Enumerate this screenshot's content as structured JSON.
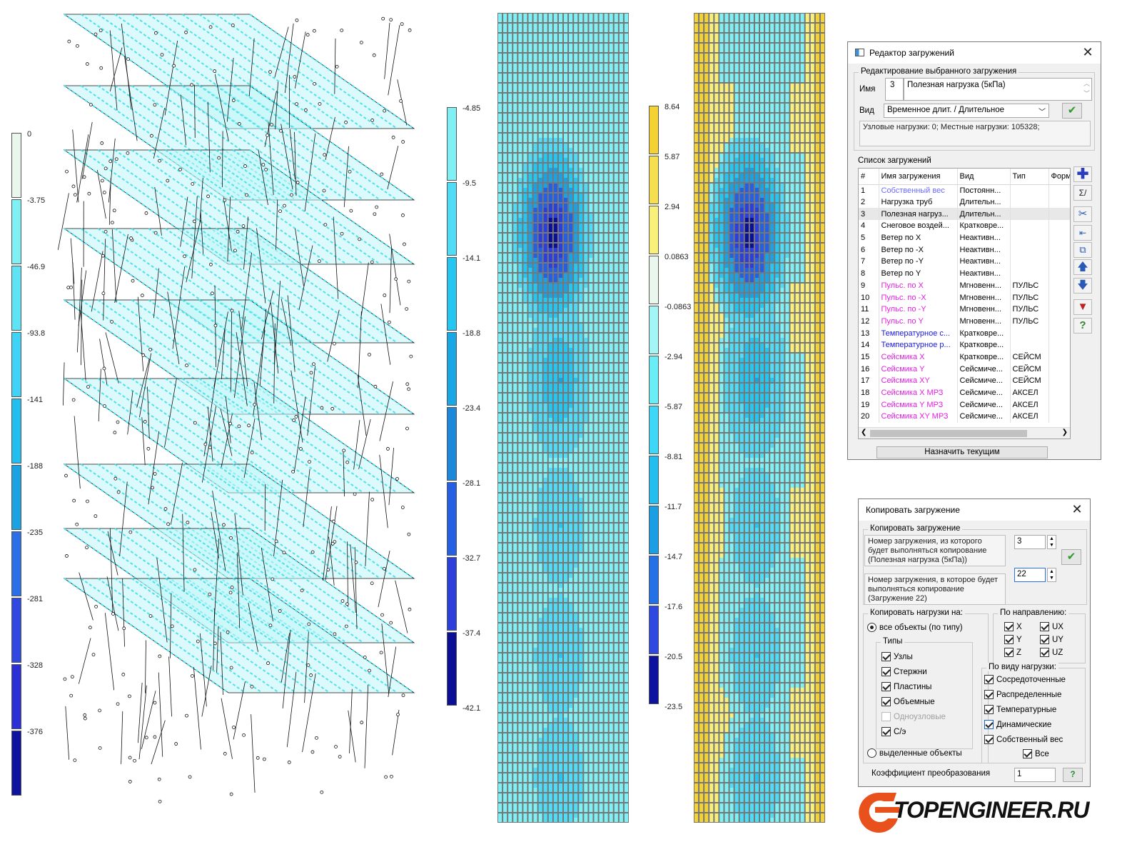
{
  "legend_left": {
    "labels": [
      "0",
      "-3.75",
      "-46.9",
      "-93.8",
      "-141",
      "-188",
      "-235",
      "-281",
      "-328",
      "-376"
    ],
    "colors": [
      "#e9f7ec",
      "#7ff0f4",
      "#5fe4f6",
      "#3fd3f7",
      "#21bff0",
      "#1aa2e2",
      "#2a6fe8",
      "#3048e0",
      "#2a2fd6",
      "#0d139e"
    ]
  },
  "legend_mid": {
    "labels": [
      "-4.85",
      "-9.5",
      "-14.1",
      "-18.8",
      "-23.4",
      "-28.1",
      "-32.7",
      "-37.4",
      "-42.1"
    ],
    "colors": [
      "#7ff0f4",
      "#4fdcf7",
      "#24c7f2",
      "#19a8e6",
      "#1b88dc",
      "#2560e4",
      "#2c3fdc",
      "#0a0f96"
    ]
  },
  "legend_right": {
    "labels": [
      "8.64",
      "5.87",
      "2.94",
      "0.0863",
      "-0.0863",
      "-2.94",
      "-5.87",
      "-8.81",
      "-11.7",
      "-14.7",
      "-17.6",
      "-20.5",
      "-23.5"
    ],
    "colors": [
      "#f4d233",
      "#f6df4f",
      "#f9ef7b",
      "#e9f7ec",
      "#a3f5f6",
      "#6aeef6",
      "#3fd7f8",
      "#22bef0",
      "#1a9ee4",
      "#2470e6",
      "#2f48e0",
      "#0d139e"
    ]
  },
  "editor": {
    "title": "Редактор загружений",
    "group_edit": "Редактирование выбранного загружения",
    "name_label": "Имя",
    "num": "3",
    "name_value": "Полезная нагрузка (5кПа)",
    "kind_label": "Вид",
    "kind_value": "Временное длит. / Длительное",
    "info": "Узловые нагрузки:  0;  Местные нагрузки:  105328;",
    "list_label": "Список загружений",
    "columns": [
      "#",
      "Имя загружения",
      "Вид",
      "Тип",
      "Форм"
    ],
    "rows": [
      {
        "n": "1",
        "name": "Собственный вес",
        "kind": "Постоянн...",
        "type": "",
        "color": "#6a6aff"
      },
      {
        "n": "2",
        "name": "Нагрузка труб",
        "kind": "Длительн...",
        "type": "",
        "color": "#000000"
      },
      {
        "n": "3",
        "name": "Полезная нагруз...",
        "kind": "Длительн...",
        "type": "",
        "color": "#000000"
      },
      {
        "n": "4",
        "name": "Снеговое воздей...",
        "kind": "Кратковре...",
        "type": "",
        "color": "#000000"
      },
      {
        "n": "5",
        "name": "Ветер по X",
        "kind": "Неактивн...",
        "type": "",
        "color": "#000000"
      },
      {
        "n": "6",
        "name": "Ветер по -X",
        "kind": "Неактивн...",
        "type": "",
        "color": "#000000"
      },
      {
        "n": "7",
        "name": "Ветер по -Y",
        "kind": "Неактивн...",
        "type": "",
        "color": "#000000"
      },
      {
        "n": "8",
        "name": "Ветер по Y",
        "kind": "Неактивн...",
        "type": "",
        "color": "#000000"
      },
      {
        "n": "9",
        "name": "Пульс. по X",
        "kind": "Мгновенн...",
        "type": "ПУЛЬС",
        "color": "#e020e0"
      },
      {
        "n": "10",
        "name": "Пульс. по -X",
        "kind": "Мгновенн...",
        "type": "ПУЛЬС",
        "color": "#e020e0"
      },
      {
        "n": "11",
        "name": "Пульс. по -Y",
        "kind": "Мгновенн...",
        "type": "ПУЛЬС",
        "color": "#e020e0"
      },
      {
        "n": "12",
        "name": "Пульс. по Y",
        "kind": "Мгновенн...",
        "type": "ПУЛЬС",
        "color": "#e020e0"
      },
      {
        "n": "13",
        "name": "Температурное с...",
        "kind": "Кратковре...",
        "type": "",
        "color": "#1a1ad8"
      },
      {
        "n": "14",
        "name": "Температурное р...",
        "kind": "Кратковре...",
        "type": "",
        "color": "#1a1ad8"
      },
      {
        "n": "15",
        "name": "Сейсмика X",
        "kind": "Кратковре...",
        "type": "СЕЙСМ",
        "color": "#e020e0"
      },
      {
        "n": "16",
        "name": "Сейсмика Y",
        "kind": "Сейсмиче...",
        "type": "СЕЙСМ",
        "color": "#e020e0"
      },
      {
        "n": "17",
        "name": "Сейсмика XY",
        "kind": "Сейсмиче...",
        "type": "СЕЙСМ",
        "color": "#e020e0"
      },
      {
        "n": "18",
        "name": "Сейсмика X МРЗ",
        "kind": "Сейсмиче...",
        "type": "АКСЕЛ",
        "color": "#e020e0"
      },
      {
        "n": "19",
        "name": "Сейсмика Y МРЗ",
        "kind": "Сейсмиче...",
        "type": "АКСЕЛ",
        "color": "#e020e0"
      },
      {
        "n": "20",
        "name": "Сейсмика XY МРЗ",
        "kind": "Сейсмиче...",
        "type": "АКСЕЛ",
        "color": "#e020e0"
      }
    ],
    "assign_btn": "Назначить текущим"
  },
  "copy": {
    "title": "Копировать загружение",
    "group_label": "Копировать загружение",
    "from_text": "Номер загружения, из которого будет выполняться копирование (Полезная нагрузка (5кПа))",
    "from_value": "3",
    "to_text": "Номер загружения, в которое будет выполняться копирование (Загружение 22)",
    "to_value": "22",
    "copy_on_label": "Копировать нагрузки на:",
    "radio_all": "все объекты (по типу)",
    "types_label": "Типы",
    "types": [
      {
        "label": "Узлы",
        "on": true,
        "dis": false
      },
      {
        "label": "Стержни",
        "on": true,
        "dis": false
      },
      {
        "label": "Пластины",
        "on": true,
        "dis": false
      },
      {
        "label": "Объемные",
        "on": true,
        "dis": false
      },
      {
        "label": "Одноузловые",
        "on": false,
        "dis": true
      },
      {
        "label": "С/э",
        "on": true,
        "dis": false
      }
    ],
    "radio_selected": "выделенные объекты",
    "dir_label": "По направлению:",
    "dirs": [
      "X",
      "UX",
      "Y",
      "UY",
      "Z",
      "UZ"
    ],
    "kind_label": "По виду нагрузки:",
    "kinds": [
      "Сосредоточенные",
      "Распределенные",
      "Температурные",
      "Динамические",
      "Собственный вес"
    ],
    "all_label": "Все",
    "coef_label": "Коэффициент преобразования",
    "coef_value": "1"
  },
  "logo_text": "TOPENGINEER.RU"
}
